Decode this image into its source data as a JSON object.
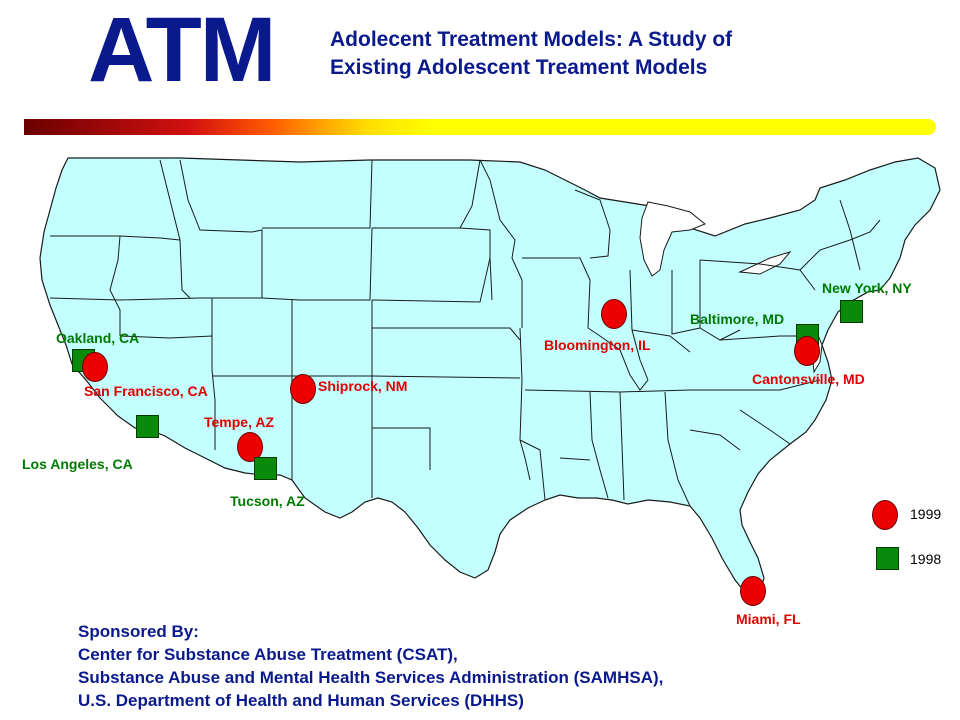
{
  "logo": "ATM",
  "title": {
    "line1": "Adolecent Treatment Models: A Study of",
    "line2": "Existing Adolescent Treament Models"
  },
  "sites": {
    "oakland": "Oakland, CA",
    "san_francisco": "San Francisco, CA",
    "los_angeles": "Los Angeles, CA",
    "tempe": "Tempe, AZ",
    "tucson": "Tucson, AZ",
    "shiprock": "Shiprock, NM",
    "bloomington": "Bloomington, IL",
    "baltimore": "Baltimore, MD",
    "new_york": "New York, NY",
    "catonsville": "Cantonsville, MD",
    "miami": "Miami, FL"
  },
  "legend": [
    {
      "year": "1999",
      "marker": "red-circle"
    },
    {
      "year": "1998",
      "marker": "green-square"
    }
  ],
  "colors": {
    "map_fill": "#c3ffff",
    "map_border": "#1a1a1a",
    "year_1999": "#ee0000",
    "year_1998": "#0a8a0a",
    "title": "#0a1a8c"
  },
  "sponsor": {
    "heading": "Sponsored By:",
    "lines": [
      "Center for Substance Abuse Treatment (CSAT),",
      "Substance Abuse and Mental Health Services Administration (SAMHSA),",
      "U.S. Department of Health and Human Services (DHHS)"
    ]
  }
}
